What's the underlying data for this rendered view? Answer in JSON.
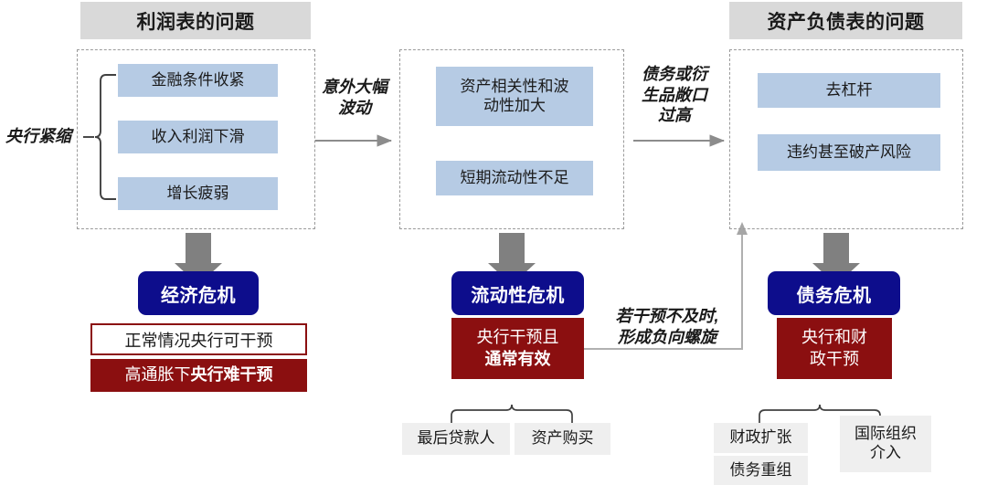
{
  "colors": {
    "header_bar": "#d9d9d9",
    "chip_blue": "#b6cbe4",
    "chip_grey": "#efefef",
    "pill_navy": "#0d0d8c",
    "box_red": "#8b0f10",
    "dashed_border": "#9a9a9a",
    "arrow_grey": "#808080",
    "connector_grey": "#595959"
  },
  "columns": [
    {
      "id": "income-statement",
      "header": "利润表的问题",
      "items": [
        "金融条件收紧",
        "收入利润下滑",
        "增长疲弱"
      ]
    },
    {
      "id": "market-liquidity",
      "header": "",
      "items": [
        "资产相关性和波\n动性加大",
        "短期流动性不足"
      ]
    },
    {
      "id": "balance-sheet",
      "header": "资产负债表的问题",
      "items": [
        "去杠杆",
        "违约甚至破产风险"
      ]
    }
  ],
  "annotations": {
    "left_driver": "央行紧缩",
    "transition_1": "意外大幅\n波动",
    "transition_2": "债务或衍\n生品敞口\n过高",
    "feedback_loop": "若干预不及时,\n形成负向螺旋"
  },
  "crises": [
    {
      "id": "economic-crisis",
      "pill": "经济危机",
      "response_outline": "正常情况央行可干预",
      "response_filled_regular": "高通胀下",
      "response_filled_bold": "央行难干预",
      "leaves": []
    },
    {
      "id": "liquidity-crisis",
      "pill": "流动性危机",
      "response_regular": "央行干预且",
      "response_bold": "通常有效",
      "leaves": [
        "最后贷款人",
        "资产购买"
      ]
    },
    {
      "id": "debt-crisis",
      "pill": "债务危机",
      "response_regular": "央行和财",
      "response_bold": "政干预",
      "leaves": [
        "财政扩张",
        "债务重组",
        "国际组织\n介入"
      ]
    }
  ]
}
